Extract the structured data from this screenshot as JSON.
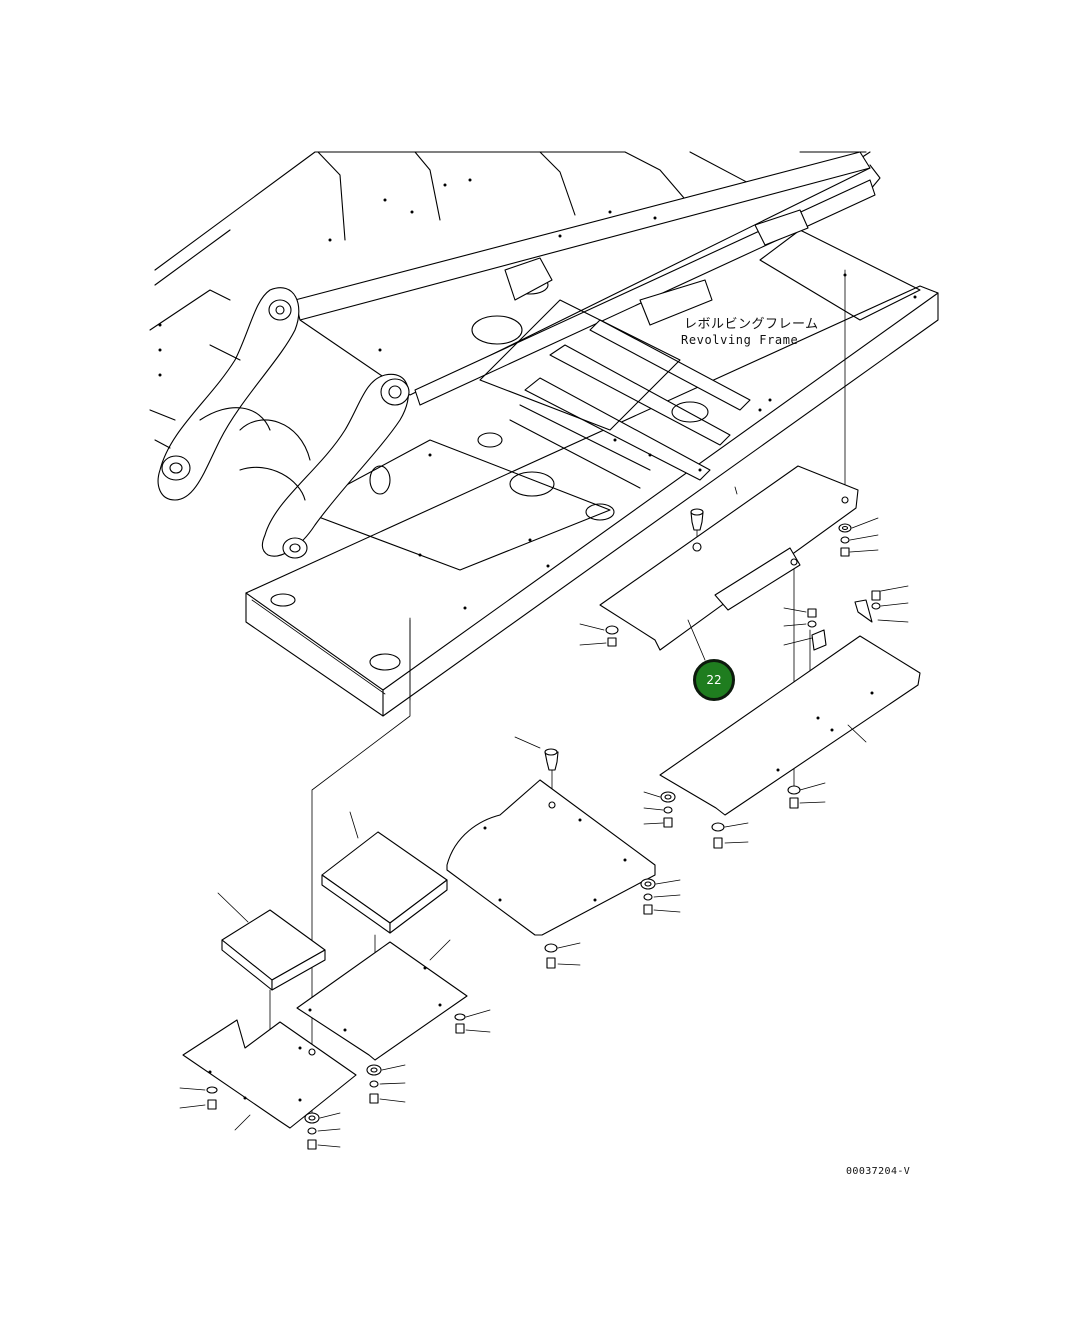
{
  "diagram": {
    "frame_label_jp": "レボルビングフレーム",
    "frame_label_en": "Revolving Frame",
    "drawing_number": "00037204-V",
    "callout": {
      "number": "22",
      "color": "#1f7d1f",
      "border_color": "#0d1a0d"
    }
  }
}
